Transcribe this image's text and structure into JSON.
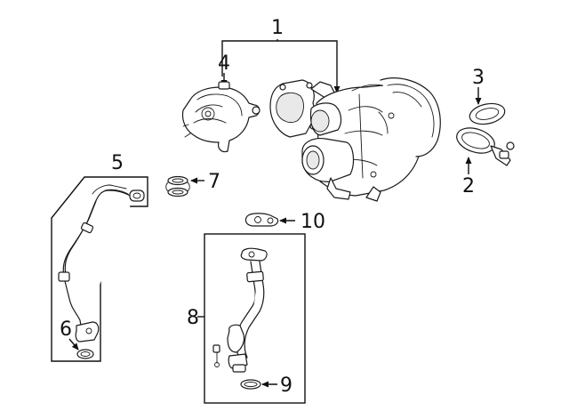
{
  "diagram": {
    "callouts": [
      {
        "id": "c1",
        "label": "1"
      },
      {
        "id": "c2",
        "label": "2"
      },
      {
        "id": "c3",
        "label": "3"
      },
      {
        "id": "c4",
        "label": "4"
      },
      {
        "id": "c5",
        "label": "5"
      },
      {
        "id": "c6",
        "label": "6"
      },
      {
        "id": "c7",
        "label": "7"
      },
      {
        "id": "c8",
        "label": "8"
      },
      {
        "id": "c9",
        "label": "9"
      },
      {
        "id": "c10",
        "label": "10"
      }
    ]
  },
  "colors": {
    "ink": "#111111",
    "background": "#ffffff",
    "shade": "#e9e9e9"
  }
}
